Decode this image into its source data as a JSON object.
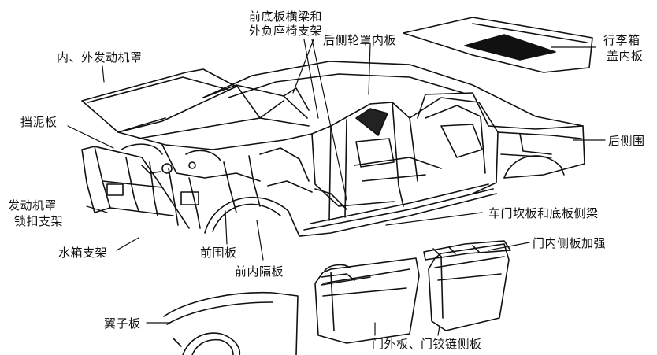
{
  "labels": {
    "hood_panels": "内、外发动机罩",
    "front_floor_crossmember_line1": "前底板横梁和",
    "front_floor_crossmember_line2": "外负座椅支架",
    "rear_wheelhouse_inner": "后侧轮罩内板",
    "trunk_lid_inner_line1": "行李箱",
    "trunk_lid_inner_line2": "盖内板",
    "mudguard": "挡泥板",
    "rear_quarter": "后侧围",
    "hood_latch_line1": "发动机罩",
    "hood_latch_line2": "锁扣支架",
    "rocker_side_rail": "车门坎板和底板侧梁",
    "radiator_support": "水箱支架",
    "front_panel": "前围板",
    "door_inner_reinforcement": "门内侧板加强",
    "front_inner_bulkhead": "前内隔板",
    "fender": "翼子板",
    "door_outer_hinge": "门外板、门铰链侧板"
  },
  "colors": {
    "ink": "#111111",
    "paper": "#ffffff"
  }
}
